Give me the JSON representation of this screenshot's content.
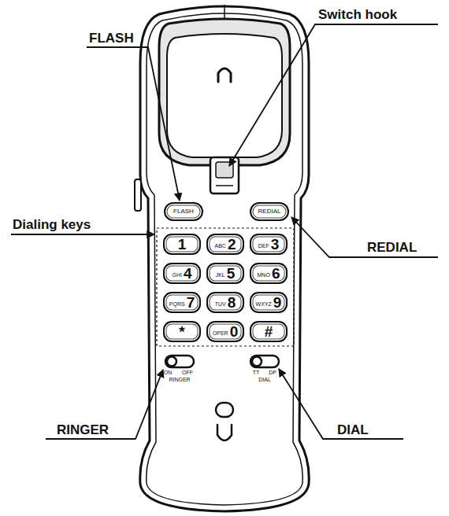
{
  "diagram": {
    "nodes": [
      {
        "text": [
          "FLASH"
        ]
      },
      {
        "text": [
          "REDIAL"
        ]
      },
      {
        "text": [
          "1"
        ]
      },
      {
        "text": [
          "ABC",
          "2"
        ]
      },
      {
        "text": [
          "DEF",
          "3"
        ]
      },
      {
        "text": [
          "GHI",
          "4"
        ]
      },
      {
        "text": [
          "JKL",
          "5"
        ]
      },
      {
        "text": [
          "MNO",
          "6"
        ]
      },
      {
        "text": [
          "PQRS",
          "7"
        ]
      },
      {
        "text": [
          "TUV",
          "8"
        ]
      },
      {
        "text": [
          "WXYZ",
          "9"
        ]
      },
      {
        "text": [
          "*"
        ]
      },
      {
        "text": [
          "OPER",
          "0"
        ]
      },
      {
        "text": [
          "#"
        ]
      }
    ],
    "labels": [
      "FLASH",
      "Switch hook",
      "Dialing keys",
      "REDIAL",
      "RINGER",
      "DIAL",
      "ON",
      "OFF",
      "RINGER",
      "TT",
      "DP",
      "DIAL"
    ]
  }
}
